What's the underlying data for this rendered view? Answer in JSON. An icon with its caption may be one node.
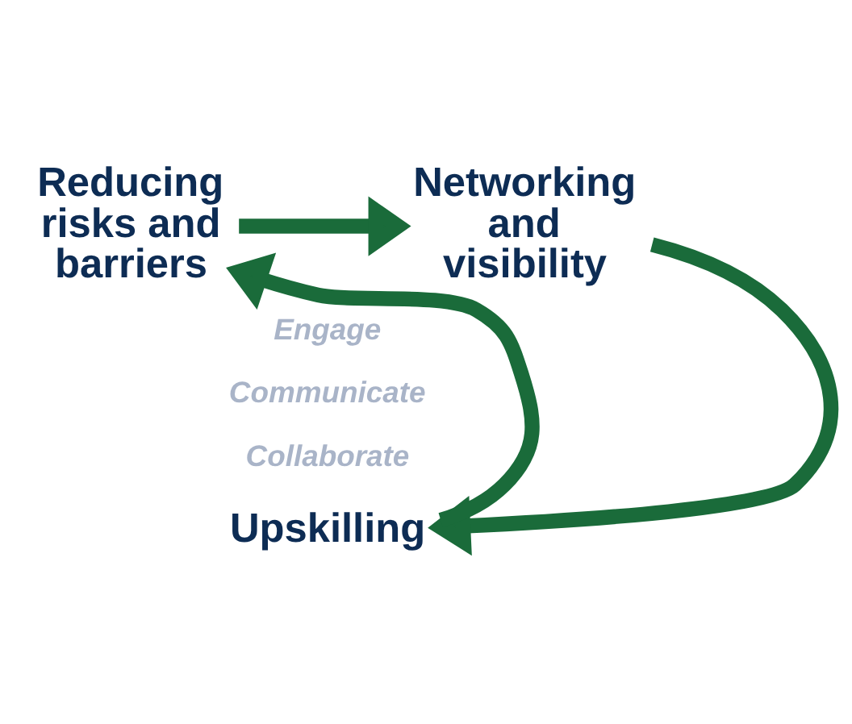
{
  "diagram": {
    "nodes": [
      {
        "text": [
          "Reducing risks and barriers"
        ]
      },
      {
        "text": [
          "Networking and visibility"
        ]
      },
      {
        "text": [
          "Upskilling"
        ]
      }
    ],
    "edges": [
      {
        "from": 0,
        "to": 1,
        "arrow": "to"
      },
      {
        "from": 1,
        "to": 2,
        "arrow": "to"
      },
      {
        "from": 2,
        "to": 0,
        "arrow": "to"
      }
    ],
    "labels": [
      "Engage",
      "Communicate",
      "Collaborate"
    ]
  }
}
